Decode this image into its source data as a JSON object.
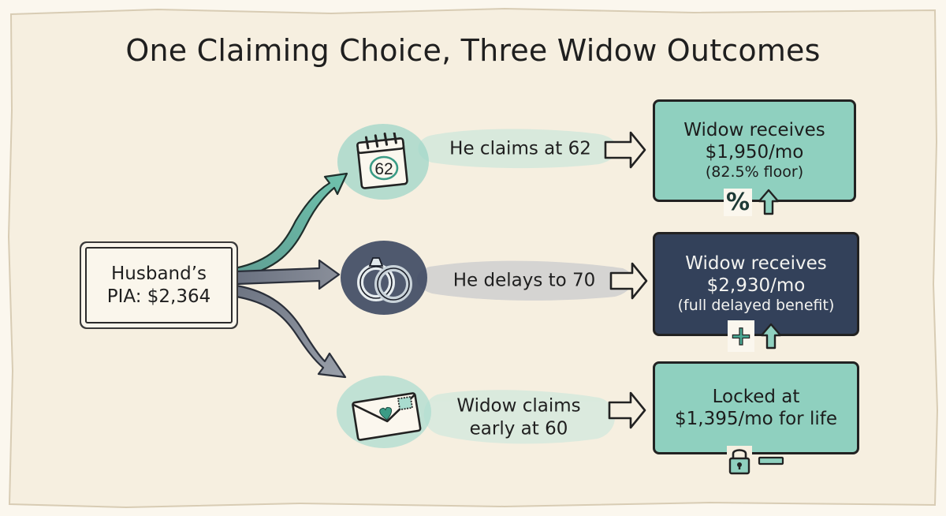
{
  "title": "One Claiming Choice, Three Widow Outcomes",
  "start": {
    "line1": "Husband’s",
    "line2": "PIA: $2,364"
  },
  "branches": [
    {
      "icon": "calendar-62-icon",
      "icon_text": "62",
      "label_lines": [
        "He claims at 62"
      ],
      "result_lines": [
        "Widow receives",
        "$1,950/mo"
      ],
      "result_note": "(82.5% floor)",
      "badge_icons": [
        "percent-icon",
        "up-arrow-icon"
      ],
      "badge_glyph": "%",
      "style": "teal"
    },
    {
      "icon": "wedding-rings-icon",
      "label_lines": [
        "He delays to 70"
      ],
      "result_lines": [
        "Widow receives",
        "$2,930/mo"
      ],
      "result_note": "(full delayed benefit)",
      "badge_icons": [
        "plus-icon",
        "up-arrow-icon"
      ],
      "badge_glyph": "+",
      "style": "navy"
    },
    {
      "icon": "envelope-heart-icon",
      "label_lines": [
        "Widow claims",
        "early at 60"
      ],
      "result_lines": [
        "Locked at",
        "$1,395/mo for life"
      ],
      "result_note": "",
      "badge_icons": [
        "padlock-icon",
        "minus-icon"
      ],
      "style": "teal"
    }
  ],
  "colors": {
    "teal": "#8fd0bf",
    "navy": "#33415a",
    "paper": "#f6efe0",
    "ink": "#222222"
  }
}
